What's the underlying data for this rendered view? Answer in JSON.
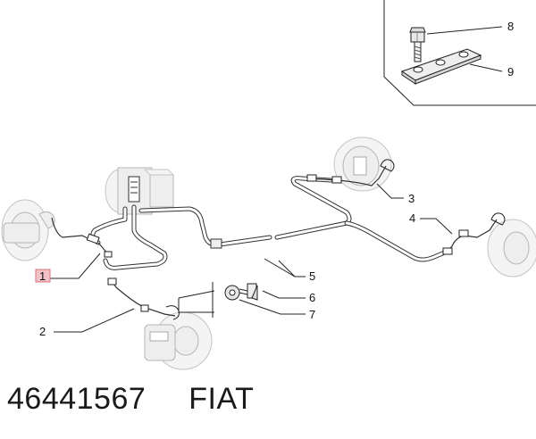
{
  "callouts": [
    {
      "id": "1",
      "label": "1",
      "highlighted": true
    },
    {
      "id": "2",
      "label": "2"
    },
    {
      "id": "3",
      "label": "3"
    },
    {
      "id": "4",
      "label": "4"
    },
    {
      "id": "5",
      "label": "5"
    },
    {
      "id": "6",
      "label": "6"
    },
    {
      "id": "7",
      "label": "7"
    },
    {
      "id": "8",
      "label": "8"
    },
    {
      "id": "9",
      "label": "9"
    }
  ],
  "footer": {
    "part_number": "46441567",
    "brand": "FIAT"
  },
  "colors": {
    "highlight_fill": "#f3c2c6",
    "highlight_border": "#d9737c",
    "line": "#222222",
    "ghost_part": "#b5b5b5"
  }
}
